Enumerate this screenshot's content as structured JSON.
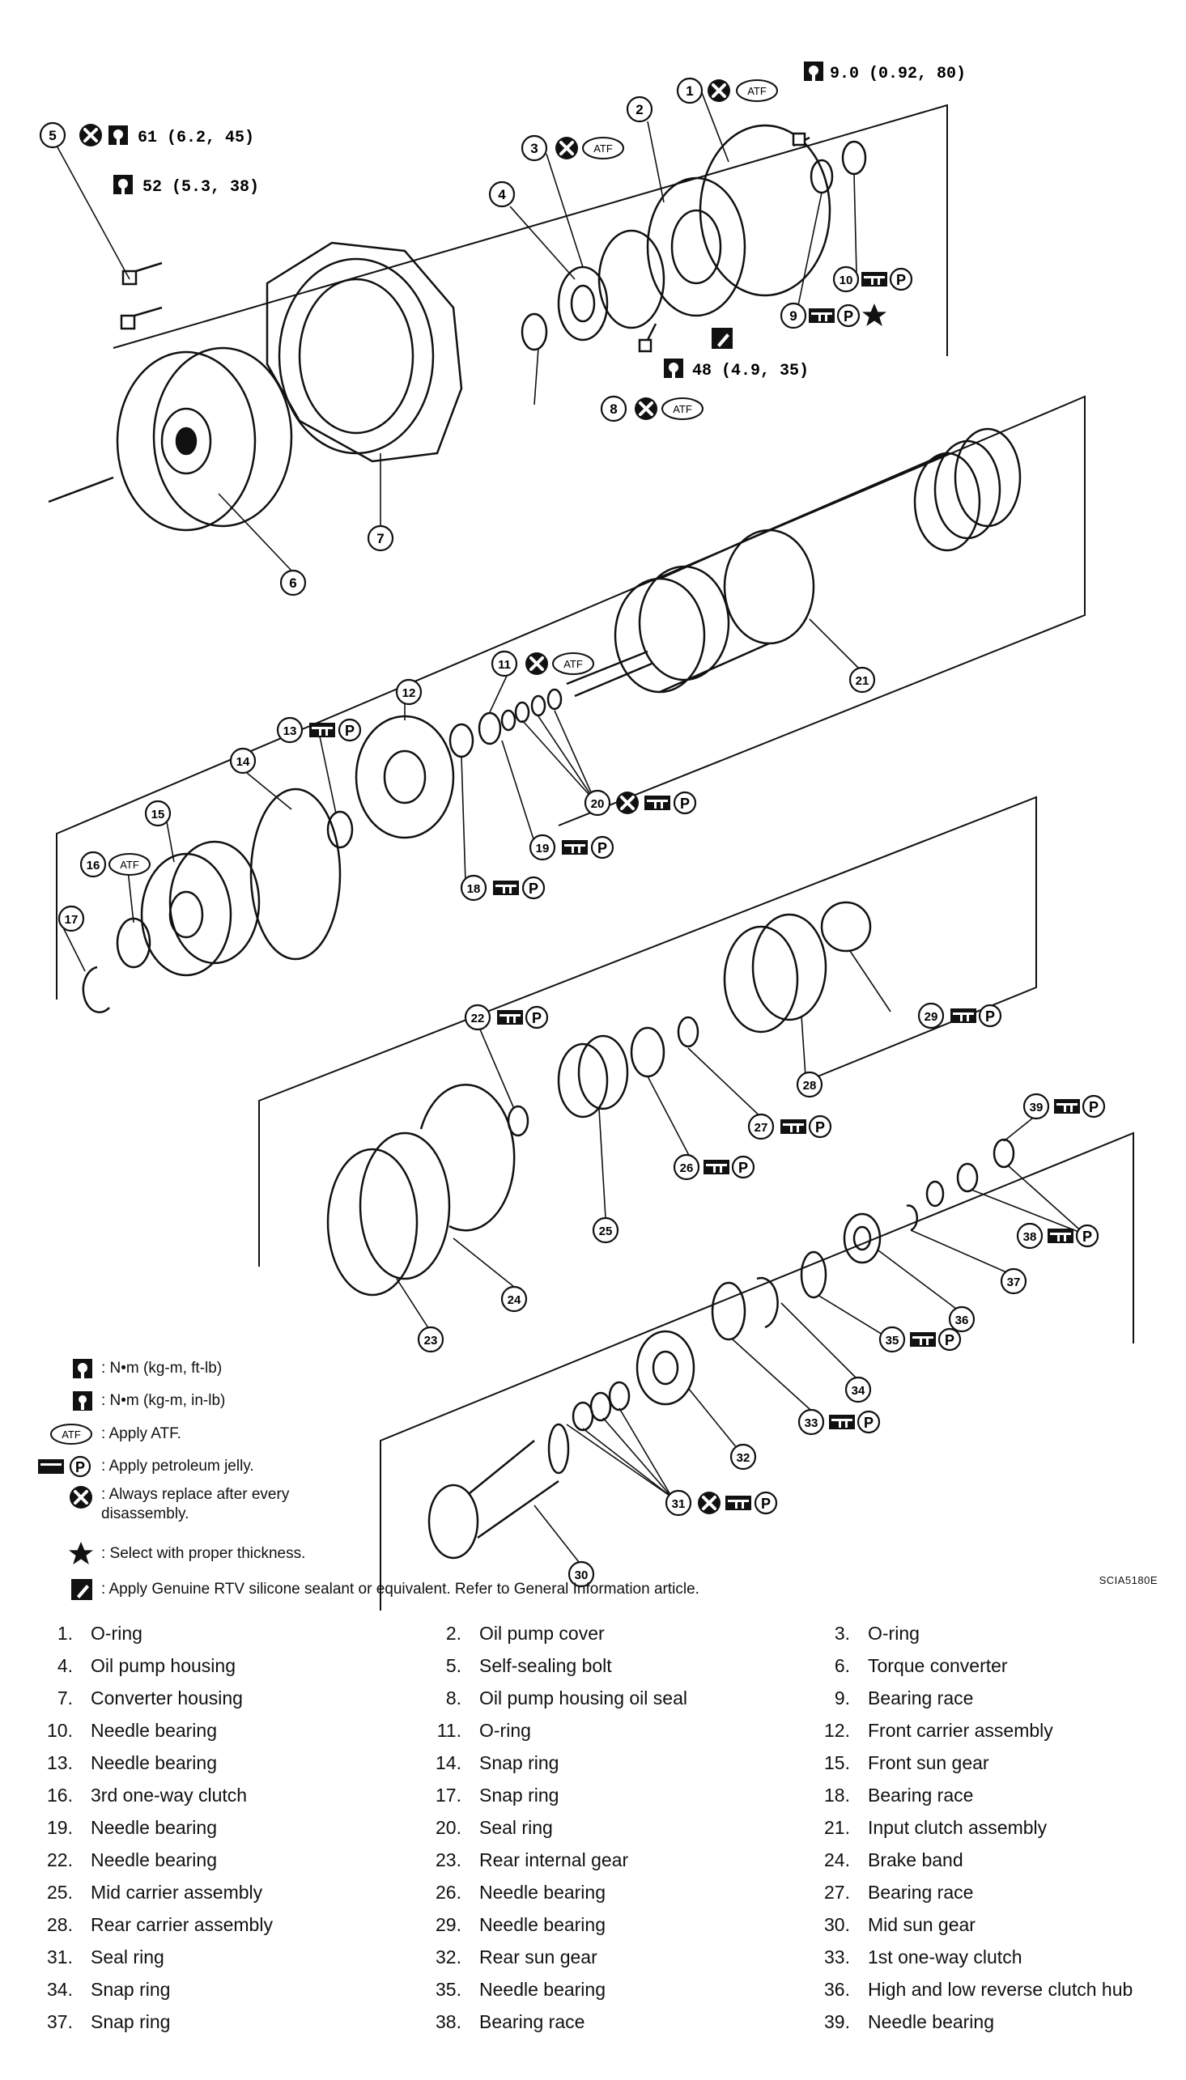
{
  "torques": {
    "t1": "9.0  (0.92,  80)",
    "t5": "61  (6.2,  45)",
    "t52": "52  (5.3,  38)",
    "t48": "48  (4.9,  35)"
  },
  "atf_badge": "ATF",
  "p_symbol": "P",
  "callout_numbers": [
    "1",
    "2",
    "3",
    "4",
    "5",
    "6",
    "7",
    "8",
    "9",
    "10",
    "11",
    "12",
    "13",
    "14",
    "15",
    "16",
    "17",
    "18",
    "19",
    "20",
    "21",
    "22",
    "23",
    "24",
    "25",
    "26",
    "27",
    "28",
    "29",
    "30",
    "31",
    "32",
    "33",
    "34",
    "35",
    "36",
    "37",
    "38",
    "39"
  ],
  "legend": {
    "nm_ft": ": N•m  (kg-m,  ft-lb)",
    "nm_in": ": N•m  (kg-m,  in-lb)",
    "atf": ": Apply ATF.",
    "jelly": ": Apply petroleum jelly.",
    "replace": ": Always replace after every\ndisassembly.",
    "thickness": ": Select with proper thickness.",
    "rtv": ": Apply Genuine RTV silicone sealant or equivalent. Refer to General Information article."
  },
  "figure_code": "SCIA5180E",
  "parts": [
    {
      "num": "1.",
      "name": "O-ring"
    },
    {
      "num": "2.",
      "name": "Oil pump cover"
    },
    {
      "num": "3.",
      "name": "O-ring"
    },
    {
      "num": "4.",
      "name": "Oil pump housing"
    },
    {
      "num": "5.",
      "name": "Self-sealing bolt"
    },
    {
      "num": "6.",
      "name": "Torque converter"
    },
    {
      "num": "7.",
      "name": "Converter housing"
    },
    {
      "num": "8.",
      "name": "Oil pump housing oil seal"
    },
    {
      "num": "9.",
      "name": "Bearing race"
    },
    {
      "num": "10.",
      "name": "Needle bearing"
    },
    {
      "num": "11.",
      "name": "O-ring"
    },
    {
      "num": "12.",
      "name": "Front carrier assembly"
    },
    {
      "num": "13.",
      "name": "Needle bearing"
    },
    {
      "num": "14.",
      "name": "Snap ring"
    },
    {
      "num": "15.",
      "name": "Front sun gear"
    },
    {
      "num": "16.",
      "name": "3rd one-way clutch"
    },
    {
      "num": "17.",
      "name": "Snap ring"
    },
    {
      "num": "18.",
      "name": "Bearing race"
    },
    {
      "num": "19.",
      "name": "Needle bearing"
    },
    {
      "num": "20.",
      "name": "Seal ring"
    },
    {
      "num": "21.",
      "name": "Input clutch assembly"
    },
    {
      "num": "22.",
      "name": "Needle bearing"
    },
    {
      "num": "23.",
      "name": "Rear internal gear"
    },
    {
      "num": "24.",
      "name": "Brake band"
    },
    {
      "num": "25.",
      "name": "Mid carrier assembly"
    },
    {
      "num": "26.",
      "name": "Needle bearing"
    },
    {
      "num": "27.",
      "name": "Bearing race"
    },
    {
      "num": "28.",
      "name": "Rear carrier assembly"
    },
    {
      "num": "29.",
      "name": "Needle bearing"
    },
    {
      "num": "30.",
      "name": "Mid sun gear"
    },
    {
      "num": "31.",
      "name": "Seal ring"
    },
    {
      "num": "32.",
      "name": "Rear sun gear"
    },
    {
      "num": "33.",
      "name": "1st one-way clutch"
    },
    {
      "num": "34.",
      "name": "Snap ring"
    },
    {
      "num": "35.",
      "name": "Needle bearing"
    },
    {
      "num": "36.",
      "name": "High and low reverse clutch hub"
    },
    {
      "num": "37.",
      "name": "Snap ring"
    },
    {
      "num": "38.",
      "name": "Bearing race"
    },
    {
      "num": "39.",
      "name": "Needle bearing"
    }
  ]
}
